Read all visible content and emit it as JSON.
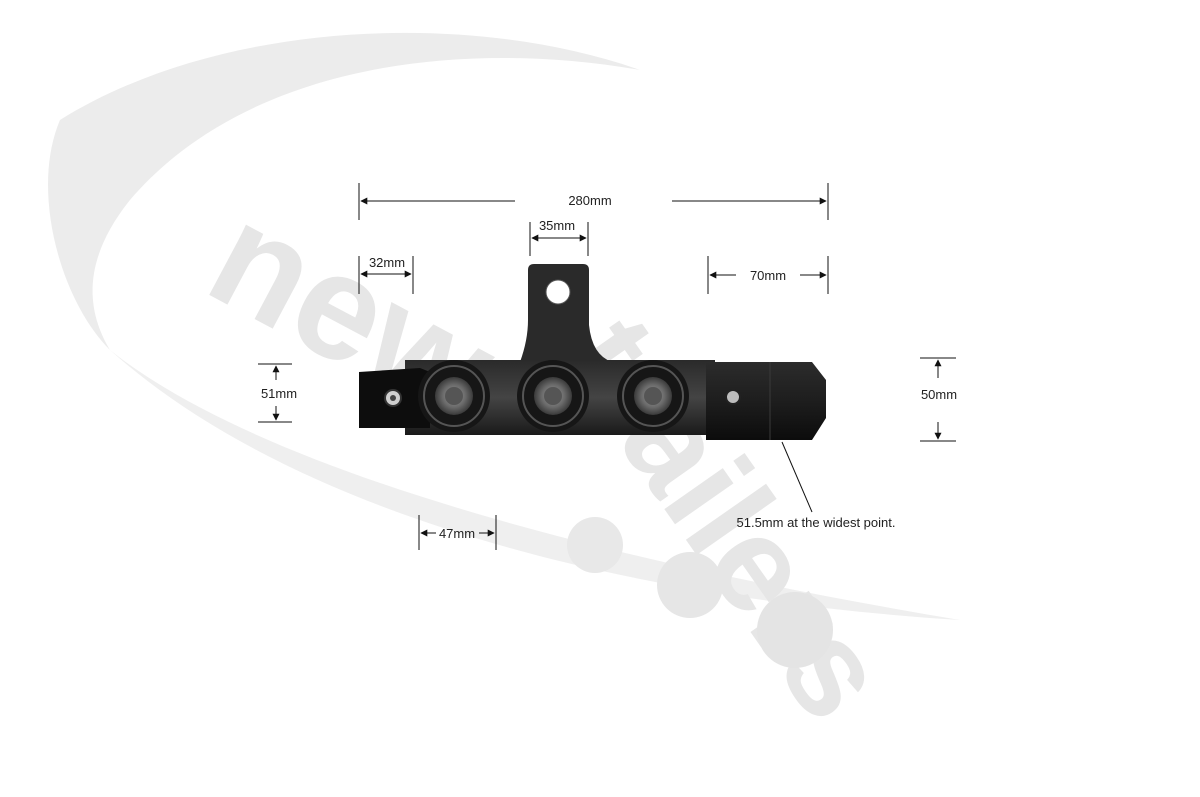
{
  "watermark": {
    "brand_word_1": "new",
    "brand_word_2": "trailers",
    "color": "#e6e6e6"
  },
  "dimensions": {
    "overall_length": "280mm",
    "bracket_width": "35mm",
    "left_end_width": "32mm",
    "right_block_length": "70mm",
    "left_height": "51mm",
    "right_height": "50mm",
    "roller_pitch": "47mm",
    "widest_point_note": "51.5mm at the widest point."
  },
  "colors": {
    "part_body": "#111111",
    "roller_ring": "#3a3a3a",
    "annotation": "#222222"
  }
}
